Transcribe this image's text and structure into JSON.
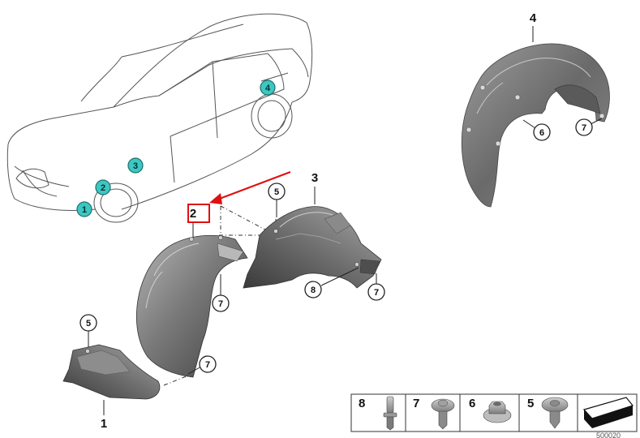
{
  "car": {
    "callouts": [
      "1",
      "2",
      "3",
      "4"
    ]
  },
  "parts": {
    "p1": "1",
    "p2": "2",
    "p3": "3",
    "p4": "4"
  },
  "fasteners": {
    "f5a": "5",
    "f5b": "5",
    "f6": "6",
    "f7a": "7",
    "f7b": "7",
    "f7c": "7",
    "f7d": "7",
    "f8": "8"
  },
  "legend": {
    "items": [
      "8",
      "7",
      "6",
      "5"
    ]
  },
  "diagram_id": "500020",
  "colors": {
    "highlight": "#e01010",
    "teal": "#3cc7c2",
    "part_dark": "#5b5b5b",
    "part_light": "#9a9a9a"
  }
}
